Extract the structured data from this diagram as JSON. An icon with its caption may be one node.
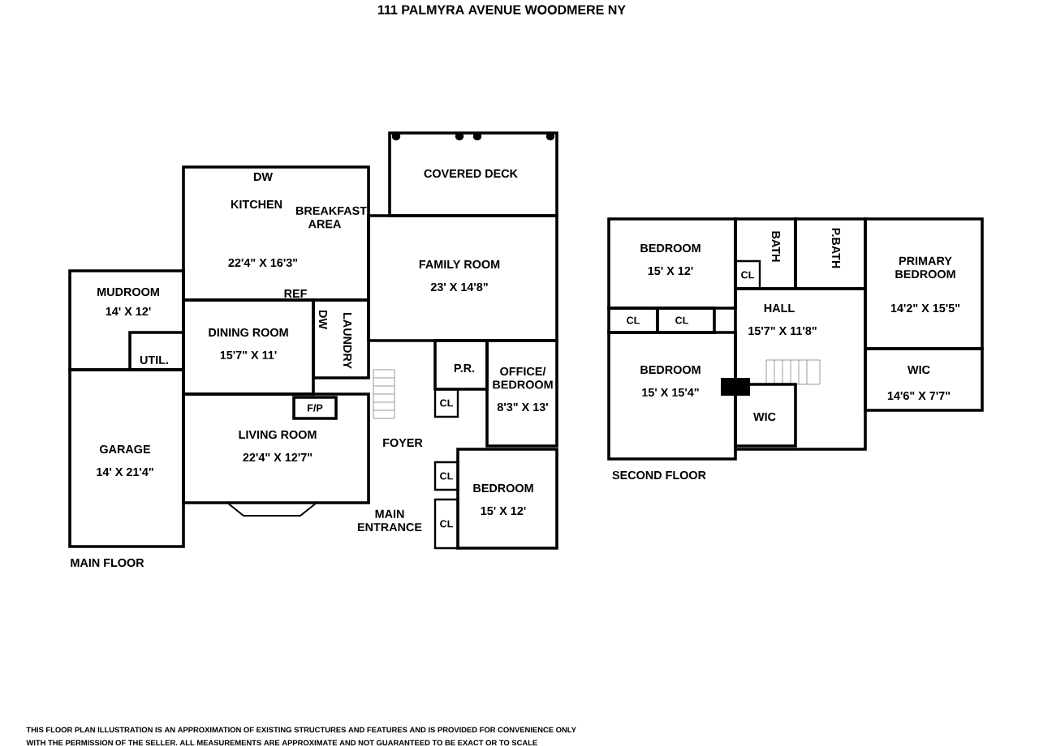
{
  "diagram": {
    "title": "111 PALMYRA AVENUE WOODMERE NY",
    "nodes": [
      {
        "text": [
          "COVERED DECK"
        ]
      },
      {
        "text": [
          "DW",
          "KITCHEN",
          "BREAKFAST AREA",
          "22'4\" X 16'3\"",
          "REF"
        ]
      },
      {
        "text": [
          "FAMILY ROOM",
          "23' X 14'8\""
        ]
      },
      {
        "text": [
          "MUDROOM",
          "14' X 12'"
        ]
      },
      {
        "text": [
          "DINING ROOM",
          "15'7\" X 11'"
        ]
      },
      {
        "text": [
          "DW",
          "LAUNDRY"
        ]
      },
      {
        "text": [
          "UTIL."
        ],
        "in": 3
      },
      {
        "text": [
          "F/P"
        ],
        "in": 8
      },
      {
        "text": [
          "LIVING ROOM",
          "22'4\" X 12'7\""
        ]
      },
      {
        "text": [
          "P.R."
        ]
      },
      {
        "text": [
          "OFFICE/ BEDROOM",
          "8'3\" X 13'"
        ]
      },
      {
        "text": [
          "CL"
        ]
      },
      {
        "text": [
          "GARAGE",
          "14' X 21'4\""
        ]
      },
      {
        "text": [
          "CL"
        ]
      },
      {
        "text": [
          "BEDROOM",
          "15' X 12'"
        ]
      },
      {
        "text": [
          "CL"
        ]
      },
      {
        "text": [
          "BEDROOM",
          "15' X 12'"
        ]
      },
      {
        "text": [
          "BATH"
        ]
      },
      {
        "text": [
          "CL"
        ],
        "in": 17
      },
      {
        "text": [
          "P.BATH"
        ]
      },
      {
        "text": [
          "PRIMARY BEDROOM",
          "14'2\" X 15'5\""
        ]
      },
      {
        "text": [
          "CL"
        ]
      },
      {
        "text": [
          "CL"
        ]
      },
      {
        "text": [
          "HALL",
          "15'7\" X 11'8\""
        ]
      },
      {
        "text": [
          "BEDROOM",
          "15' X 15'4\""
        ]
      },
      {
        "text": [
          "WIC",
          "14'6\" X 7'7\""
        ]
      },
      {
        "text": [
          "WIC"
        ],
        "in": 23
      }
    ],
    "labels": [
      "FOYER",
      "MAIN ENTRANCE",
      "MAIN FLOOR",
      "SECOND FLOOR",
      "THIS FLOOR PLAN ILLUSTRATION IS AN APPROXIMATION OF EXISTING STRUCTURES AND FEATURES AND IS PROVIDED FOR CONVENIENCE ONLY",
      "WITH THE PERMISSION OF THE SELLER. ALL MEASUREMENTS ARE APPROXIMATE AND NOT GUARANTEED TO BE EXACT OR TO SCALE"
    ]
  }
}
